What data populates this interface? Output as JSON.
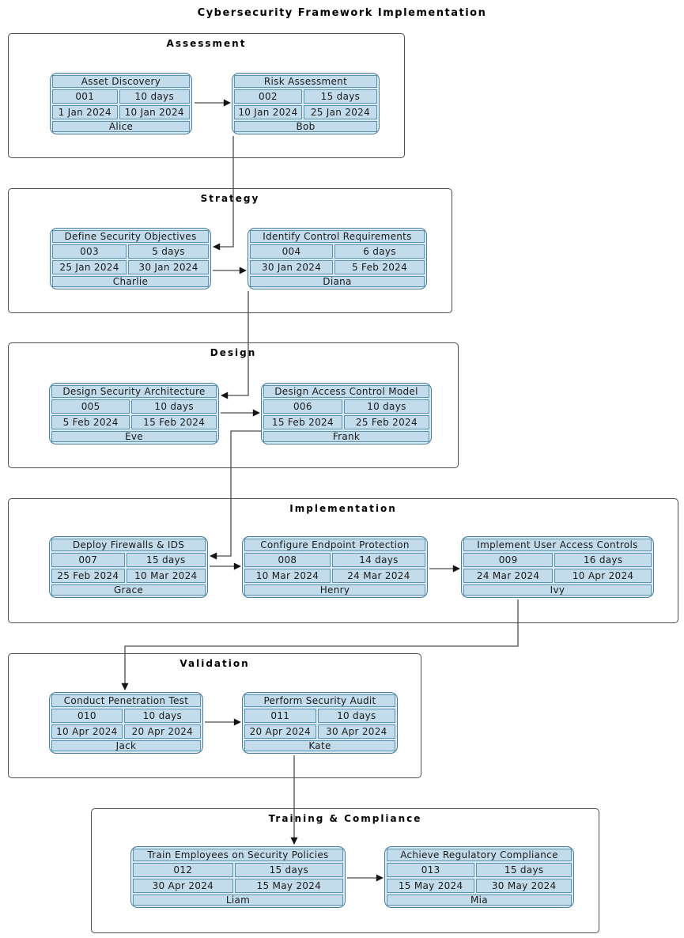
{
  "title": "Cybersecurity Framework Implementation",
  "colors": {
    "card_fill": "#d9eaf4",
    "cell_fill": "#c2dcec",
    "cell_border": "#5e93b0",
    "card_border": "#4a7f9e",
    "section_border": "#4d4d4d",
    "connector": "#4a4a4a",
    "text": "#1a1a1a"
  },
  "sections": [
    {
      "name": "Assessment",
      "tasks": [
        {
          "title": "Asset Discovery",
          "id": "001",
          "duration": "10 days",
          "start": "1 Jan 2024",
          "end": "10 Jan 2024",
          "owner": "Alice"
        },
        {
          "title": "Risk Assessment",
          "id": "002",
          "duration": "15 days",
          "start": "10 Jan 2024",
          "end": "25 Jan 2024",
          "owner": "Bob"
        }
      ]
    },
    {
      "name": "Strategy",
      "tasks": [
        {
          "title": "Define Security Objectives",
          "id": "003",
          "duration": "5 days",
          "start": "25 Jan 2024",
          "end": "30 Jan 2024",
          "owner": "Charlie"
        },
        {
          "title": "Identify Control Requirements",
          "id": "004",
          "duration": "6 days",
          "start": "30 Jan 2024",
          "end": "5 Feb 2024",
          "owner": "Diana"
        }
      ]
    },
    {
      "name": "Design",
      "tasks": [
        {
          "title": "Design Security Architecture",
          "id": "005",
          "duration": "10 days",
          "start": "5 Feb 2024",
          "end": "15 Feb 2024",
          "owner": "Eve"
        },
        {
          "title": "Design Access Control Model",
          "id": "006",
          "duration": "10 days",
          "start": "15 Feb 2024",
          "end": "25 Feb 2024",
          "owner": "Frank"
        }
      ]
    },
    {
      "name": "Implementation",
      "tasks": [
        {
          "title": "Deploy Firewalls & IDS",
          "id": "007",
          "duration": "15 days",
          "start": "25 Feb 2024",
          "end": "10 Mar 2024",
          "owner": "Grace"
        },
        {
          "title": "Configure Endpoint Protection",
          "id": "008",
          "duration": "14 days",
          "start": "10 Mar 2024",
          "end": "24 Mar 2024",
          "owner": "Henry"
        },
        {
          "title": "Implement User Access Controls",
          "id": "009",
          "duration": "16 days",
          "start": "24 Mar 2024",
          "end": "10 Apr 2024",
          "owner": "Ivy"
        }
      ]
    },
    {
      "name": "Validation",
      "tasks": [
        {
          "title": "Conduct Penetration Test",
          "id": "010",
          "duration": "10 days",
          "start": "10 Apr 2024",
          "end": "20 Apr 2024",
          "owner": "Jack"
        },
        {
          "title": "Perform Security Audit",
          "id": "011",
          "duration": "10 days",
          "start": "20 Apr 2024",
          "end": "30 Apr 2024",
          "owner": "Kate"
        }
      ]
    },
    {
      "name": "Training & Compliance",
      "tasks": [
        {
          "title": "Train Employees on Security Policies",
          "id": "012",
          "duration": "15 days",
          "start": "30 Apr 2024",
          "end": "15 May 2024",
          "owner": "Liam"
        },
        {
          "title": "Achieve Regulatory Compliance",
          "id": "013",
          "duration": "15 days",
          "start": "15 May 2024",
          "end": "30 May 2024",
          "owner": "Mia"
        }
      ]
    }
  ],
  "edges": [
    {
      "from": "001",
      "to": "002"
    },
    {
      "from": "002",
      "to": "003"
    },
    {
      "from": "003",
      "to": "004"
    },
    {
      "from": "004",
      "to": "005"
    },
    {
      "from": "005",
      "to": "006"
    },
    {
      "from": "006",
      "to": "007"
    },
    {
      "from": "007",
      "to": "008"
    },
    {
      "from": "008",
      "to": "009"
    },
    {
      "from": "009",
      "to": "010"
    },
    {
      "from": "010",
      "to": "011"
    },
    {
      "from": "011",
      "to": "012"
    },
    {
      "from": "012",
      "to": "013"
    }
  ]
}
